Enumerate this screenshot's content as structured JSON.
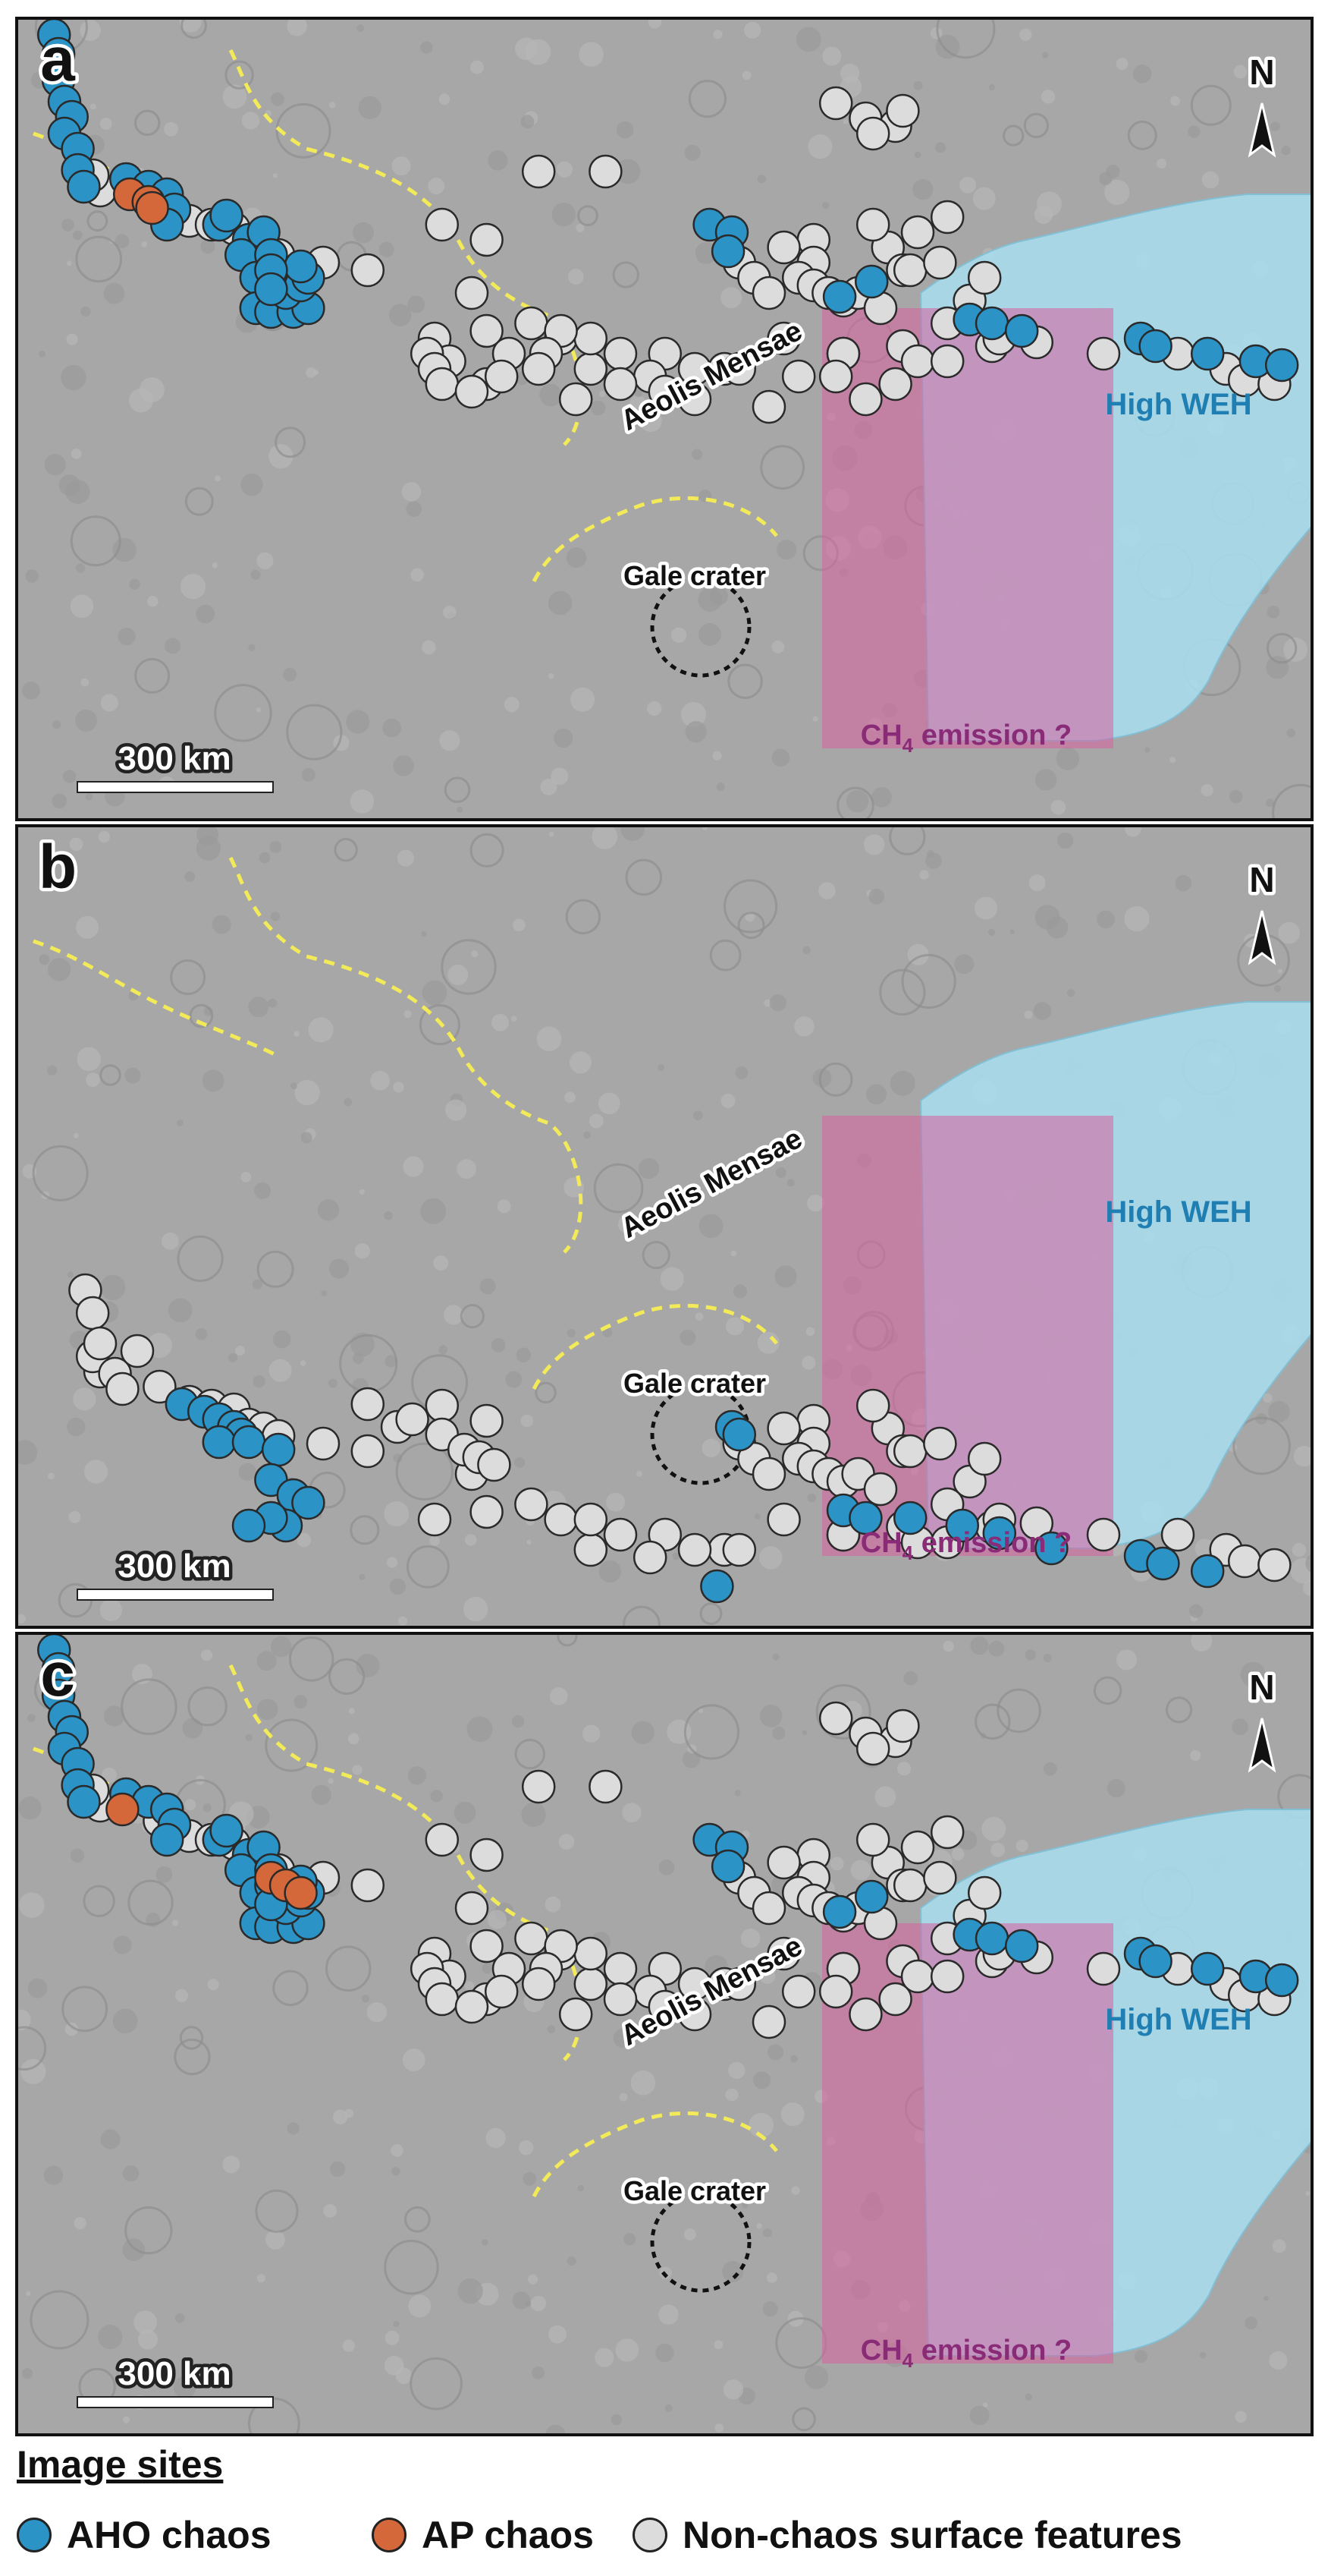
{
  "colors": {
    "aho": "#2b93c6",
    "ap": "#d4683a",
    "non_chaos": "#dcdcdc",
    "weh": "#a9dff0",
    "ch4": "#d9609e",
    "trace": "#f2ea58"
  },
  "labels": {
    "aeolis": "Aeolis Mensae",
    "gale": "Gale crater",
    "weh": "High WEH",
    "ch4_prefix": "CH",
    "ch4_sub": "4",
    "ch4_suffix": " emission ?",
    "scale": "300 km",
    "north": "N"
  },
  "panels": [
    {
      "letter": "a",
      "aho": [
        [
          38,
          20
        ],
        [
          44,
          45
        ],
        [
          44,
          80
        ],
        [
          52,
          108
        ],
        [
          62,
          128
        ],
        [
          52,
          150
        ],
        [
          70,
          170
        ],
        [
          70,
          198
        ],
        [
          78,
          220
        ],
        [
          135,
          210
        ],
        [
          165,
          220
        ],
        [
          190,
          230
        ],
        [
          200,
          250
        ],
        [
          190,
          270
        ],
        [
          260,
          270
        ],
        [
          270,
          258
        ],
        [
          300,
          290
        ],
        [
          320,
          280
        ],
        [
          290,
          310
        ],
        [
          330,
          310
        ],
        [
          310,
          340
        ],
        [
          340,
          340
        ],
        [
          310,
          380
        ],
        [
          330,
          385
        ],
        [
          360,
          385
        ],
        [
          380,
          380
        ],
        [
          350,
          360
        ],
        [
          370,
          350
        ],
        [
          380,
          340
        ],
        [
          370,
          325
        ],
        [
          330,
          330
        ],
        [
          330,
          355
        ],
        [
          920,
          270
        ],
        [
          950,
          280
        ],
        [
          945,
          305
        ],
        [
          1138,
          345
        ],
        [
          1095,
          365
        ],
        [
          1270,
          395
        ],
        [
          1300,
          400
        ],
        [
          1340,
          410
        ],
        [
          1500,
          420
        ],
        [
          1520,
          430
        ],
        [
          1590,
          440
        ],
        [
          1655,
          450
        ],
        [
          1690,
          455
        ]
      ],
      "ap": [
        [
          140,
          230
        ],
        [
          165,
          240
        ],
        [
          170,
          248
        ]
      ],
      "nonchaos": [
        [
          100,
          225
        ],
        [
          90,
          205
        ],
        [
          180,
          245
        ],
        [
          220,
          265
        ],
        [
          250,
          270
        ],
        [
          280,
          275
        ],
        [
          300,
          295
        ],
        [
          320,
          300
        ],
        [
          340,
          310
        ],
        [
          400,
          320
        ],
        [
          460,
          330
        ],
        [
          560,
          270
        ],
        [
          620,
          290
        ],
        [
          600,
          360
        ],
        [
          550,
          420
        ],
        [
          620,
          410
        ],
        [
          680,
          400
        ],
        [
          720,
          420
        ],
        [
          800,
          440
        ],
        [
          760,
          460
        ],
        [
          860,
          440
        ],
        [
          940,
          460
        ],
        [
          1020,
          420
        ],
        [
          1100,
          440
        ],
        [
          1180,
          430
        ],
        [
          1200,
          450
        ],
        [
          1240,
          450
        ],
        [
          1300,
          430
        ],
        [
          1360,
          425
        ],
        [
          1450,
          440
        ],
        [
          1550,
          440
        ],
        [
          1615,
          460
        ],
        [
          1640,
          475
        ],
        [
          1680,
          480
        ],
        [
          1060,
          290
        ],
        [
          1160,
          300
        ],
        [
          1140,
          270
        ],
        [
          1180,
          330
        ],
        [
          1060,
          320
        ],
        [
          1020,
          300
        ],
        [
          960,
          320
        ],
        [
          980,
          340
        ],
        [
          1000,
          360
        ],
        [
          1040,
          340
        ],
        [
          1060,
          350
        ],
        [
          1080,
          360
        ],
        [
          1100,
          370
        ],
        [
          1120,
          360
        ],
        [
          1150,
          380
        ],
        [
          1190,
          330
        ],
        [
          1230,
          320
        ],
        [
          1270,
          370
        ],
        [
          1290,
          340
        ],
        [
          1310,
          420
        ],
        [
          1240,
          400
        ],
        [
          1100,
          440
        ],
        [
          960,
          460
        ],
        [
          900,
          460
        ],
        [
          840,
          470
        ],
        [
          760,
          420
        ],
        [
          720,
          410
        ],
        [
          700,
          440
        ],
        [
          690,
          460
        ],
        [
          650,
          440
        ],
        [
          620,
          480
        ],
        [
          570,
          450
        ],
        [
          540,
          440
        ],
        [
          550,
          460
        ],
        [
          560,
          480
        ],
        [
          600,
          490
        ],
        [
          640,
          470
        ],
        [
          740,
          500
        ],
        [
          800,
          480
        ],
        [
          860,
          490
        ],
        [
          900,
          500
        ],
        [
          1000,
          510
        ],
        [
          1040,
          470
        ],
        [
          1090,
          470
        ],
        [
          1130,
          500
        ],
        [
          1170,
          480
        ],
        [
          1090,
          110
        ],
        [
          1130,
          130
        ],
        [
          1170,
          140
        ],
        [
          1180,
          120
        ],
        [
          1140,
          150
        ],
        [
          690,
          200
        ],
        [
          780,
          200
        ],
        [
          1200,
          280
        ],
        [
          1240,
          260
        ]
      ]
    },
    {
      "letter": "b",
      "aho": [
        [
          210,
          760
        ],
        [
          240,
          770
        ],
        [
          260,
          780
        ],
        [
          280,
          790
        ],
        [
          290,
          800
        ],
        [
          260,
          810
        ],
        [
          300,
          810
        ],
        [
          340,
          820
        ],
        [
          330,
          860
        ],
        [
          360,
          880
        ],
        [
          380,
          890
        ],
        [
          350,
          920
        ],
        [
          330,
          910
        ],
        [
          300,
          920
        ],
        [
          950,
          790
        ],
        [
          960,
          800
        ],
        [
          1100,
          900
        ],
        [
          1130,
          910
        ],
        [
          1190,
          910
        ],
        [
          1260,
          920
        ],
        [
          1310,
          930
        ],
        [
          1380,
          950
        ],
        [
          1500,
          960
        ],
        [
          1530,
          970
        ],
        [
          1590,
          980
        ],
        [
          930,
          1000
        ]
      ],
      "ap": [],
      "nonchaos": []
    },
    {
      "letter": "c",
      "aho": [],
      "ap": [],
      "nonchaos": []
    }
  ]
}
